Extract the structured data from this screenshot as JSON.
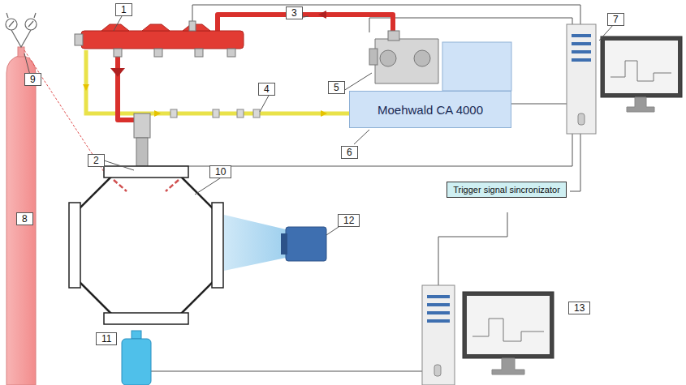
{
  "diagram": {
    "nodes": [
      {
        "text": [
          "Moehwald CA 4000"
        ]
      },
      {
        "text": [
          "Trigger signal sincronizator"
        ]
      }
    ],
    "labels": [
      "1",
      "2",
      "3",
      "4",
      "5",
      "6",
      "7",
      "8",
      "9",
      "10",
      "11",
      "12",
      "13"
    ]
  }
}
